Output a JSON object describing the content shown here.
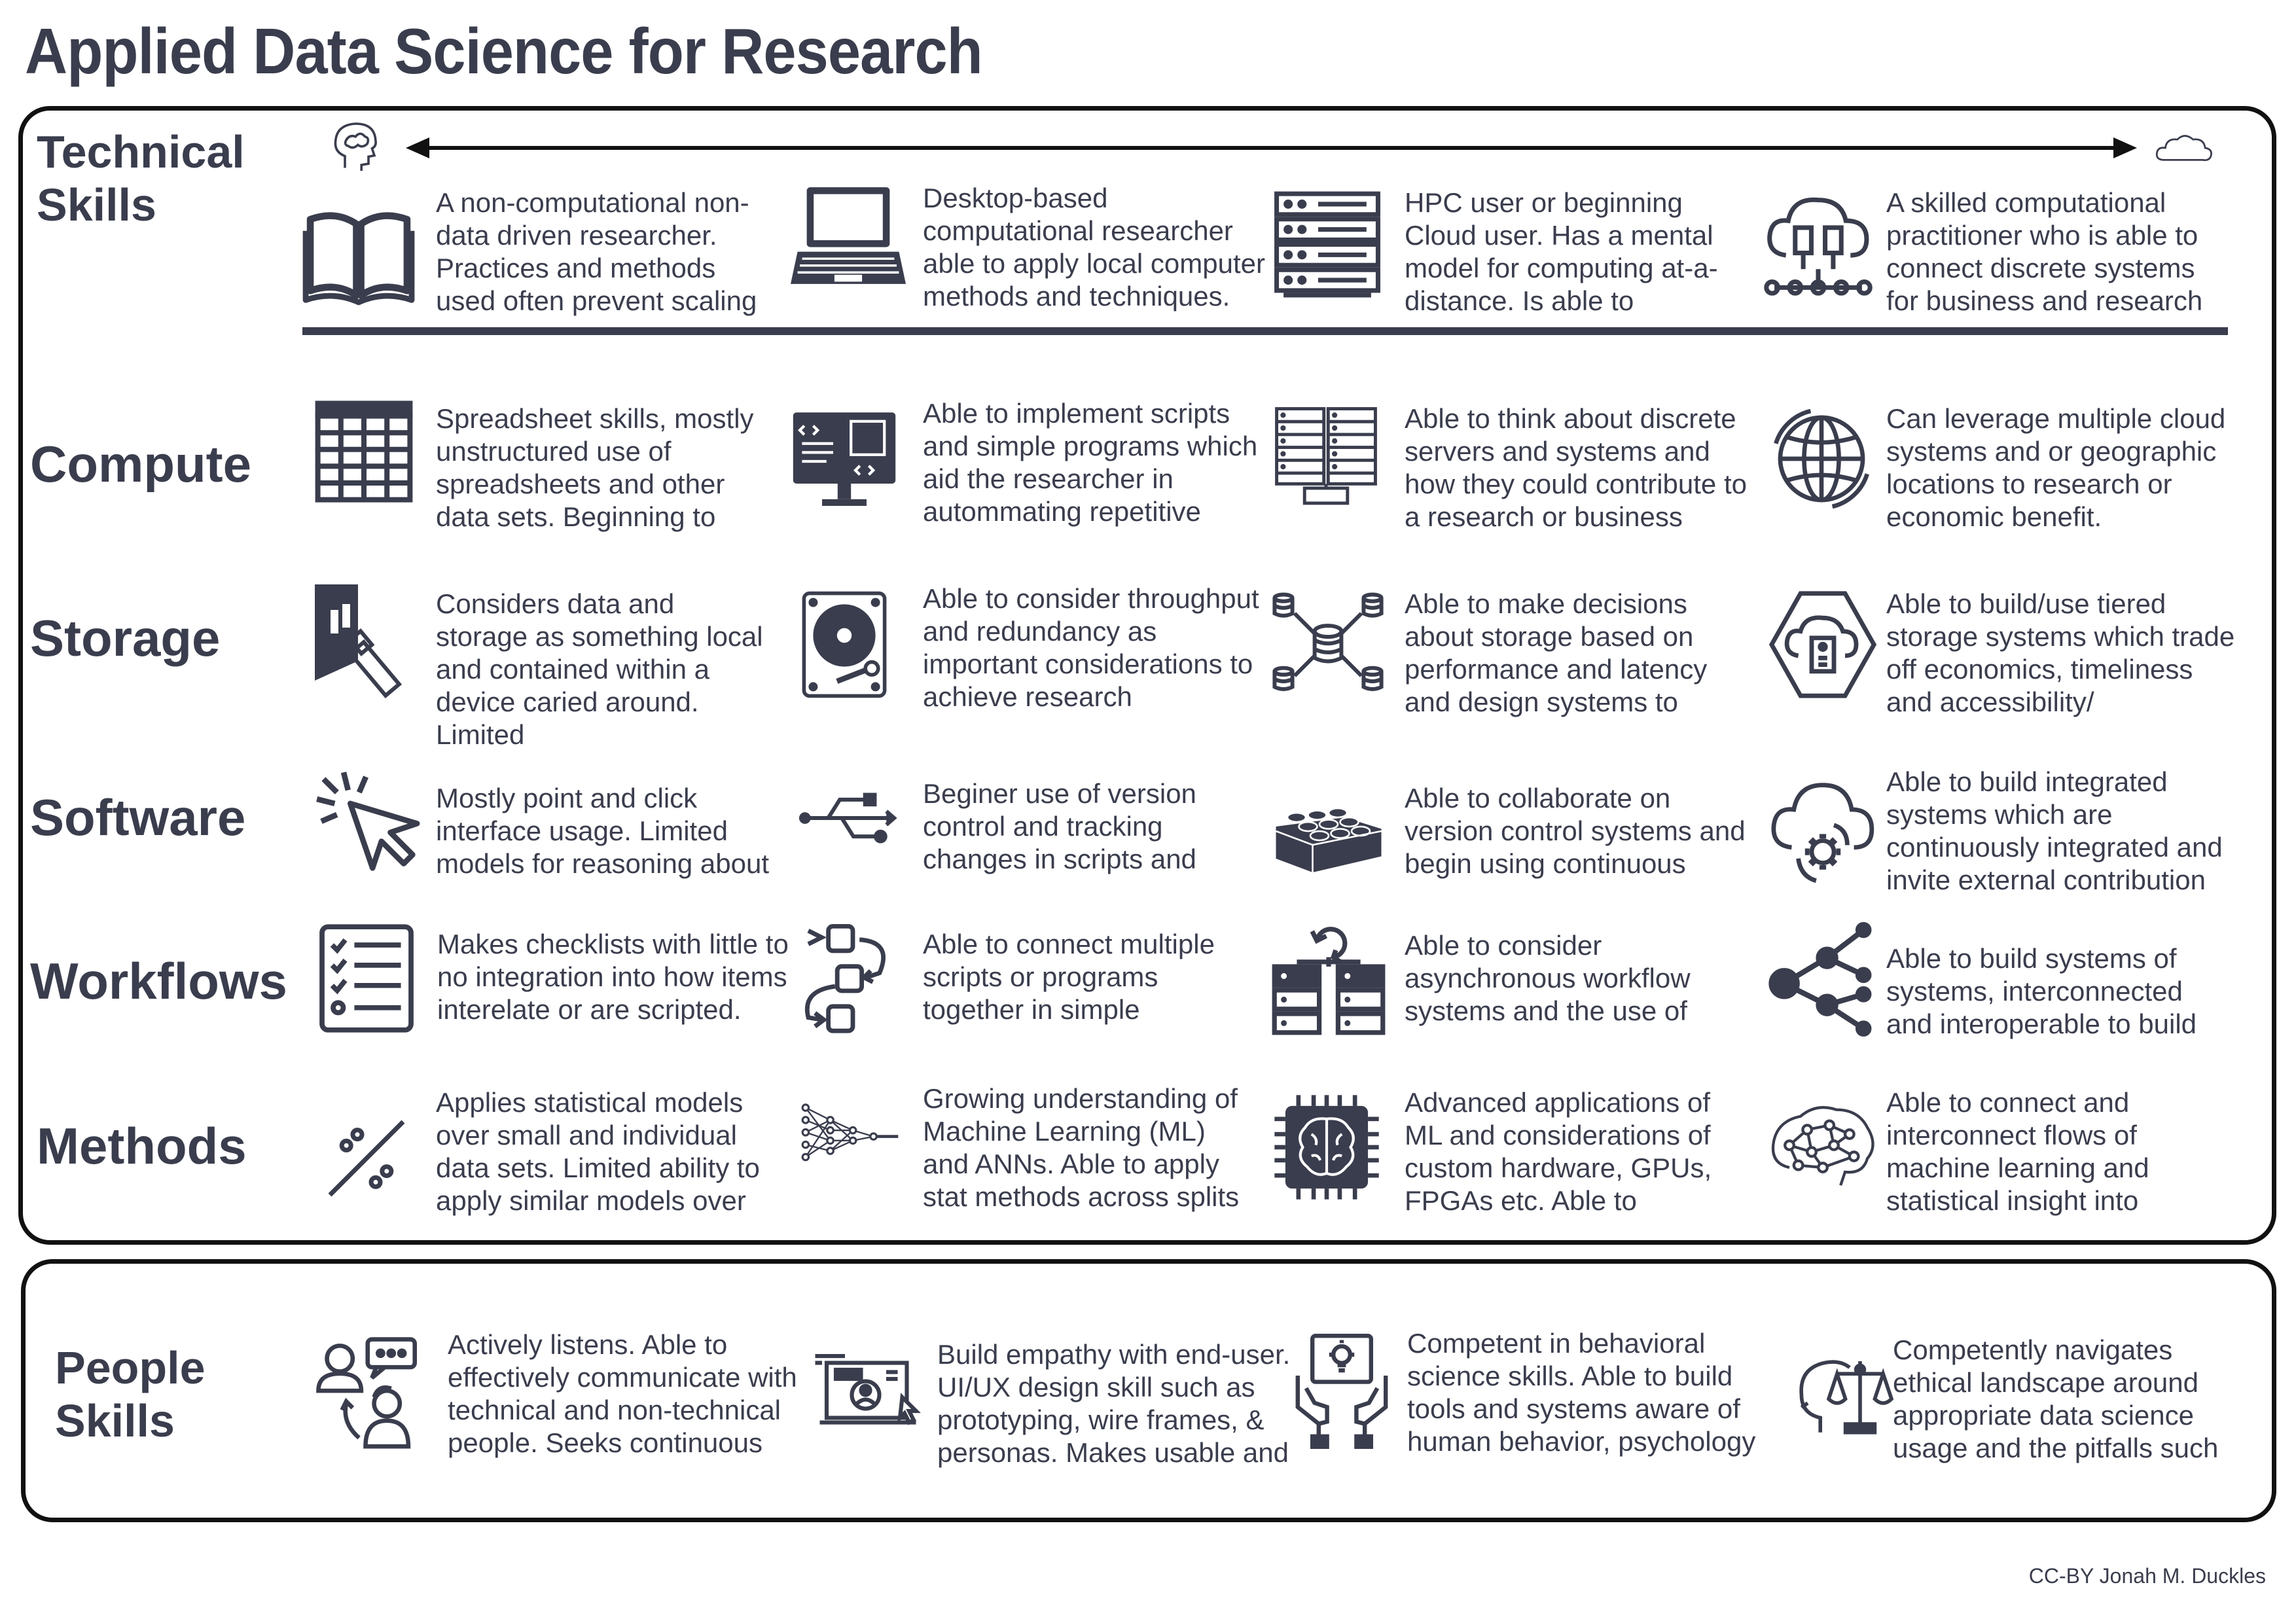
{
  "title": "Applied Data Science for Research",
  "credit": "CC-BY Jonah M. Duckles",
  "technical": {
    "label_line1": "Technical",
    "label_line2": "Skills",
    "spectrum_left_icon": "brain-icon",
    "spectrum_right_icon": "cloud-icon",
    "levels": [
      {
        "icon": "open-book-icon",
        "text": "A non-computational non-data driven researcher. Practices and methods used often prevent scaling"
      },
      {
        "icon": "laptop-icon",
        "text": "Desktop-based computational researcher able to apply local computer methods and techniques."
      },
      {
        "icon": "server-rack-icon",
        "text": "HPC user or beginning Cloud user. Has a mental model for computing at-a-distance. Is able to"
      },
      {
        "icon": "cloud-network-icon",
        "text": "A skilled computational practitioner who is able to connect discrete systems for business and research"
      }
    ]
  },
  "rows": [
    {
      "label": "Compute",
      "cells": [
        {
          "icon": "spreadsheet-icon",
          "text": "Spreadsheet skills, mostly unstructured use of spreadsheets and other data sets. Beginning to"
        },
        {
          "icon": "code-monitor-icon",
          "text": "Able to implement scripts and simple programs which aid the researcher in autommating repetitive"
        },
        {
          "icon": "server-cluster-icon",
          "text": "Able to think about discrete servers and systems and how they could contribute to a research or business"
        },
        {
          "icon": "globe-icon",
          "text": "Can leverage multiple cloud systems and or geographic locations to research or economic benefit."
        }
      ]
    },
    {
      "label": "Storage",
      "cells": [
        {
          "icon": "usb-drive-icon",
          "text": "Considers data and storage as something local and contained within a device caried around. Limited"
        },
        {
          "icon": "hard-disk-icon",
          "text": "Able to consider throughput and redundancy as important considerations to achieve research"
        },
        {
          "icon": "database-network-icon",
          "text": "Able to make decisions about storage based on performance and latency and design systems to"
        },
        {
          "icon": "cloud-storage-icon",
          "text": "Able to build/use tiered storage systems which trade off economics, timeliness and accessibility/"
        }
      ]
    },
    {
      "label": "Software",
      "cells": [
        {
          "icon": "cursor-click-icon",
          "text": "Mostly point and click interface usage. Limited models for reasoning about"
        },
        {
          "icon": "branch-icon",
          "text": "Beginer use of version control and tracking changes in scripts and"
        },
        {
          "icon": "lego-brick-icon",
          "text": "Able to collaborate on version control systems and begin using continuous"
        },
        {
          "icon": "cloud-gear-icon",
          "text": "Able to build integrated systems which are continuously integrated and invite external contribution"
        }
      ]
    },
    {
      "label": "Workflows",
      "cells": [
        {
          "icon": "checklist-icon",
          "text": "Makes checklists with little to no integration into how items interelate or are scripted."
        },
        {
          "icon": "workflow-steps-icon",
          "text": "Able to connect multiple scripts or programs together in simple"
        },
        {
          "icon": "async-servers-icon",
          "text": "Able to consider asynchronous workflow systems and the use of"
        },
        {
          "icon": "share-network-icon",
          "text": "Able to build systems of systems, interconnected and interoperable to build"
        }
      ]
    },
    {
      "label": "Methods",
      "cells": [
        {
          "icon": "percent-icon",
          "text": "Applies statistical models over small and individual data sets. Limited ability to apply similar models over"
        },
        {
          "icon": "neural-network-icon",
          "text": "Growing understanding of Machine Learning (ML) and ANNs. Able to apply stat methods across splits"
        },
        {
          "icon": "ai-chip-icon",
          "text": "Advanced applications of ML and considerations of custom hardware, GPUs, FPGAs etc. Able to"
        },
        {
          "icon": "brain-network-icon",
          "text": "Able to connect and interconnect flows of machine learning and statistical insight into"
        }
      ]
    }
  ],
  "people": {
    "label_line1": "People",
    "label_line2": "Skills",
    "cells": [
      {
        "icon": "conversation-icon",
        "text": "Actively listens. Able to effectively communicate with technical and non-technical people. Seeks continuous"
      },
      {
        "icon": "ux-design-icon",
        "text": "Build empathy with end-user. UI/UX design skill such as prototyping, wire frames, & personas. Makes usable and"
      },
      {
        "icon": "idea-hands-icon",
        "text": "Competent in behavioral science skills. Able to build tools and systems aware of human behavior, psychology"
      },
      {
        "icon": "ethics-scale-icon",
        "text": "Competently navigates ethical landscape around appropriate data science usage and the pitfalls such"
      }
    ]
  }
}
